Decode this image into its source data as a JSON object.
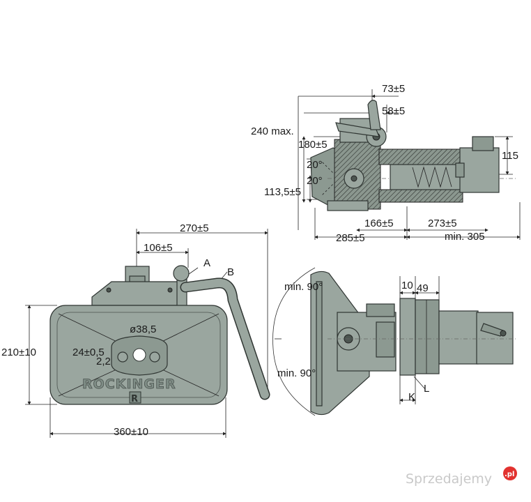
{
  "drawing": {
    "top_view": {
      "dimensions": [
        "73±5",
        "58±5",
        "240 max.",
        "180±5",
        "20°",
        "20°",
        "113,5±5",
        "115",
        "166±5",
        "273±5",
        "285±5",
        "min. 305"
      ]
    },
    "front_view": {
      "dimensions": [
        "270±5",
        "106±5",
        "210±10",
        "ø38,5",
        "24±0,5",
        "2,2",
        "360±10"
      ],
      "callouts": [
        "A",
        "B"
      ],
      "brand_text": "ROCKINGER",
      "emblem_letter": "R"
    },
    "side_view": {
      "dimensions": [
        "10",
        "49",
        "min. 90°",
        "min. 90°"
      ],
      "callouts": [
        "K",
        "L"
      ]
    }
  },
  "watermark": {
    "text": "Sprzedajemy",
    "suffix": ".pl",
    "accent_color": "#e2322f"
  },
  "colors": {
    "body": "#9aa69f",
    "outline": "#2f3532"
  }
}
